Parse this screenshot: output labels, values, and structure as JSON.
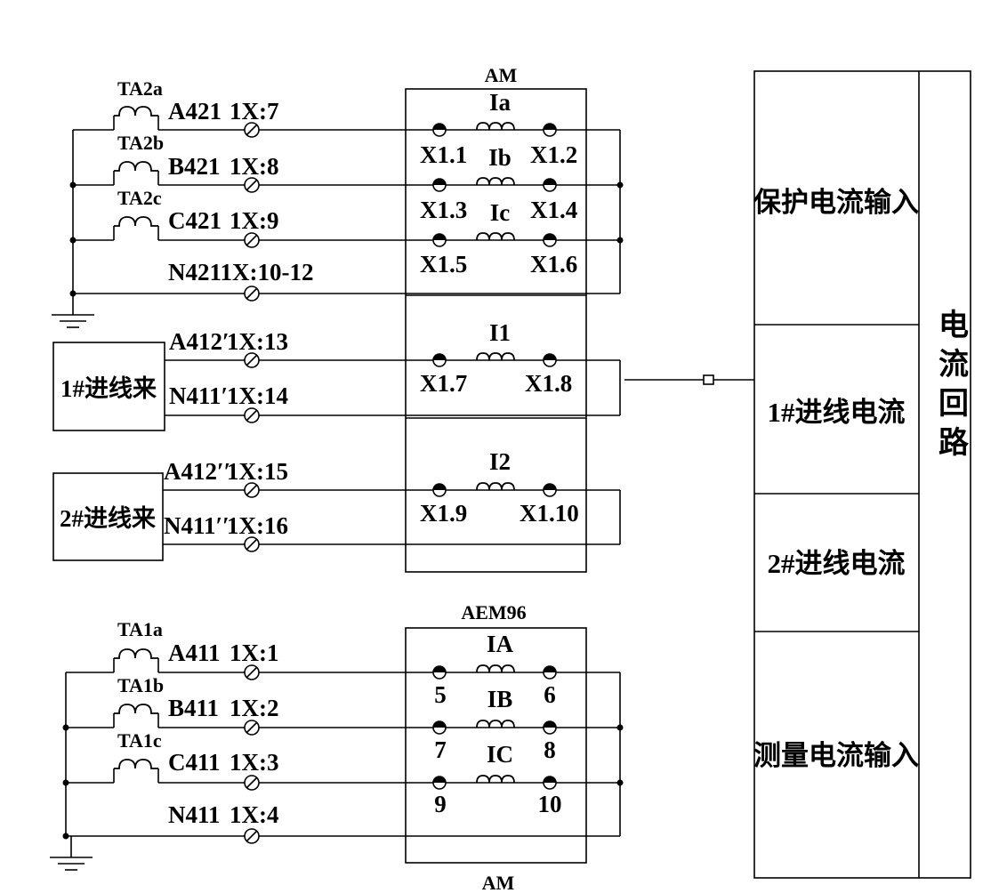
{
  "protection": {
    "meter_label": "AM",
    "ct_labels": [
      "TA2a",
      "TA2b",
      "TA2c"
    ],
    "wire_labels": [
      "A421",
      "B421",
      "C421",
      "N4211X:10-12"
    ],
    "terminals": [
      "1X:7",
      "1X:8",
      "1X:9"
    ],
    "coils": [
      "Ia",
      "Ib",
      "Ic"
    ],
    "pins_left": [
      "X1.1",
      "X1.3",
      "X1.5"
    ],
    "pins_right": [
      "X1.2",
      "X1.4",
      "X1.6"
    ]
  },
  "incoming": {
    "line1_source": "1#进线来",
    "line1_wires": [
      "A412′",
      "N411′"
    ],
    "line1_terminals": [
      "1X:13",
      "1X:14"
    ],
    "line1_coil": "I1",
    "line1_pins": [
      "X1.7",
      "X1.8"
    ],
    "line2_source": "2#进线来",
    "line2_wires": [
      "A412′′",
      "N411′′"
    ],
    "line2_terminals": [
      "1X:15",
      "1X:16"
    ],
    "line2_coil": "I2",
    "line2_pins": [
      "X1.9",
      "X1.10"
    ]
  },
  "measurement": {
    "meter_label": "AEM96",
    "bottom_label": "AM",
    "ct_labels": [
      "TA1a",
      "TA1b",
      "TA1c"
    ],
    "wire_labels": [
      "A411",
      "B411",
      "C411",
      "N411"
    ],
    "terminals": [
      "1X:1",
      "1X:2",
      "1X:3",
      "1X:4"
    ],
    "coils": [
      "IA",
      "IB",
      "IC"
    ],
    "pins_left": [
      "5",
      "7",
      "9"
    ],
    "pins_right": [
      "6",
      "8",
      "10"
    ]
  },
  "side_panel": {
    "sections": [
      "保护电流输入",
      "1#进线电流",
      "2#进线电流",
      "测量电流输入"
    ],
    "vertical_title": "电流回路"
  }
}
